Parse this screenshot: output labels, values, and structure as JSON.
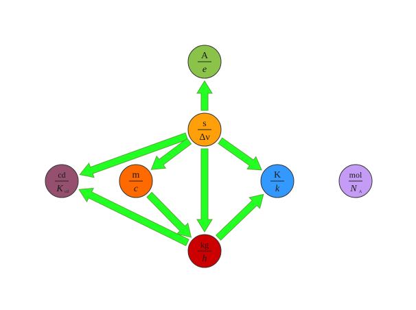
{
  "nodes": [
    {
      "id": "ampere",
      "name": "node-ampere",
      "unit": "A",
      "constant": "e",
      "constant_sub": "",
      "constant_italic": true,
      "color": "#8bc34a"
    },
    {
      "id": "second",
      "name": "node-second",
      "unit": "s",
      "constant": "Δν",
      "constant_sub": "",
      "constant_italic": false,
      "color": "#ff9f0a"
    },
    {
      "id": "candela",
      "name": "node-candela",
      "unit": "cd",
      "constant": "K",
      "constant_sub": "cd",
      "constant_italic": true,
      "color": "#96506f"
    },
    {
      "id": "metre",
      "name": "node-metre",
      "unit": "m",
      "constant": "c",
      "constant_sub": "",
      "constant_italic": true,
      "color": "#ff6a00"
    },
    {
      "id": "kelvin",
      "name": "node-kelvin",
      "unit": "K",
      "constant": "k",
      "constant_sub": "",
      "constant_italic": true,
      "color": "#3399ff"
    },
    {
      "id": "mole",
      "name": "node-mole",
      "unit": "mol",
      "constant": "N",
      "constant_sub": "A",
      "constant_italic": true,
      "color": "#c49cf5"
    },
    {
      "id": "kilogram",
      "name": "node-kilogram",
      "unit": "kg",
      "constant": "h",
      "constant_sub": "",
      "constant_italic": true,
      "color": "#cc0000"
    }
  ],
  "edges": [
    {
      "from": "second",
      "to": "ampere"
    },
    {
      "from": "second",
      "to": "candela"
    },
    {
      "from": "second",
      "to": "metre"
    },
    {
      "from": "second",
      "to": "kelvin"
    },
    {
      "from": "second",
      "to": "kilogram"
    },
    {
      "from": "metre",
      "to": "kilogram"
    },
    {
      "from": "kilogram",
      "to": "candela"
    },
    {
      "from": "kilogram",
      "to": "kelvin"
    }
  ],
  "colors": {
    "arrow_fill": "#22ff22",
    "arrow_stroke": "#55aa33"
  }
}
